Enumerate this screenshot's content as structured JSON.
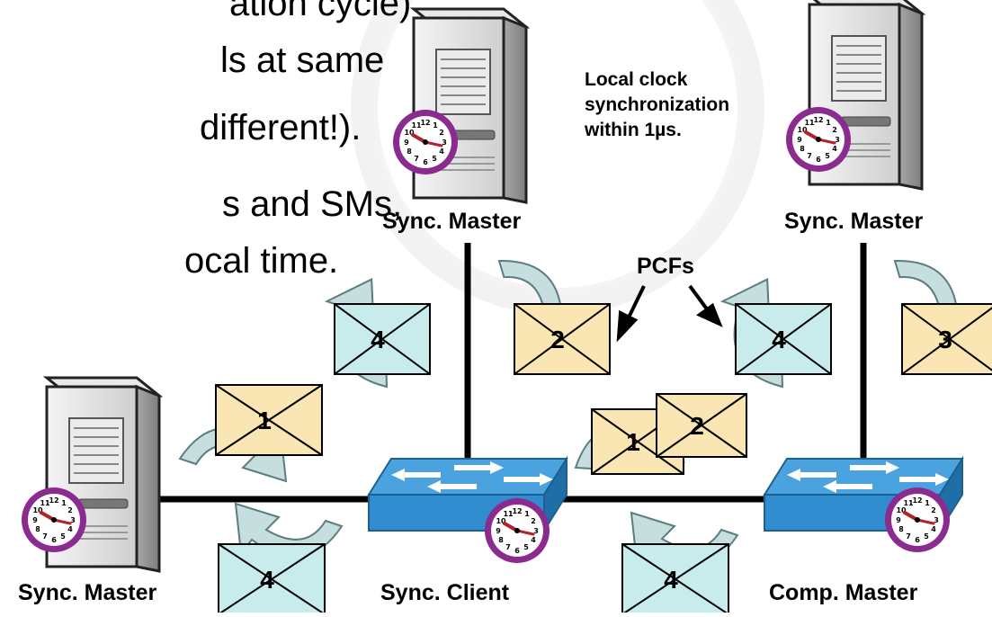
{
  "bullets": {
    "line1": "ation cycle)",
    "line2": "ls at same",
    "line3": "different!).",
    "line4": "s and SMs,",
    "line5": "ocal time."
  },
  "labels": {
    "sync_master_top_left": "Sync. Master",
    "sync_master_top_right": "Sync. Master",
    "sync_master_bottom_left": "Sync. Master",
    "sync_client": "Sync. Client",
    "comp_master": "Comp. Master",
    "pcfs": "PCFs",
    "clock_note": [
      "Local clock",
      "synchronization",
      "within 1µs."
    ]
  },
  "envelopes": [
    {
      "id": "env-1-left",
      "number": "1",
      "color": "#f9e6b3"
    },
    {
      "id": "env-4-bottom-left",
      "number": "4",
      "color": "#c8ecec"
    },
    {
      "id": "env-4-mid-left",
      "number": "4",
      "color": "#c8ecec"
    },
    {
      "id": "env-2-mid",
      "number": "2",
      "color": "#f9e6b3"
    },
    {
      "id": "env-1-center",
      "number": "1",
      "color": "#f9e6b3"
    },
    {
      "id": "env-2-center",
      "number": "2",
      "color": "#f9e6b3"
    },
    {
      "id": "env-4-mid-right",
      "number": "4",
      "color": "#c8ecec"
    },
    {
      "id": "env-3-right",
      "number": "3",
      "color": "#f9e6b3"
    },
    {
      "id": "env-4-bottom-right",
      "number": "4",
      "color": "#c8ecec"
    }
  ],
  "colors": {
    "pcf_yellow": "#f9e6b3",
    "pcf_cyan": "#c8ecec",
    "switch_blue": "#2f8dcf",
    "clock_rim": "#8b2a8f",
    "arrow_fill": "#c7dedf"
  }
}
